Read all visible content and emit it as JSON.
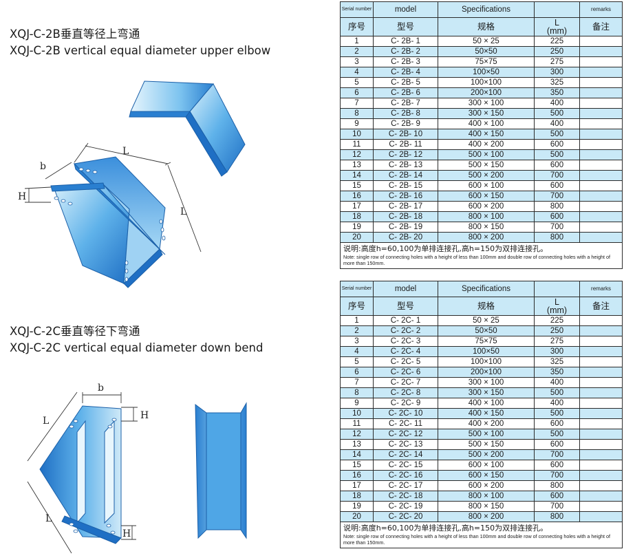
{
  "section_b": {
    "title_zh": "XQJ-C-2B垂直等径上弯通",
    "title_en": "XQJ-C-2B vertical equal diameter upper elbow"
  },
  "section_c": {
    "title_zh": "XQJ-C-2C垂直等径下弯通",
    "title_en": "XQJ-C-2C vertical equal diameter down bend"
  },
  "drawing_labels": {
    "L": "L",
    "b": "b",
    "H": "H"
  },
  "table_headers": {
    "serial_en": "Serial number",
    "model_en": "model",
    "spec_en": "Specifications",
    "remarks_en": "remarks",
    "serial_zh": "序号",
    "model_zh": "型号",
    "spec_zh": "规格",
    "l_label": "L",
    "l_unit": "(mm)",
    "remarks_zh": "备注"
  },
  "table_b": {
    "rows": [
      {
        "no": "1",
        "model": "C- 2B- 1",
        "spec": "50 × 25",
        "l": "225"
      },
      {
        "no": "2",
        "model": "C- 2B- 2",
        "spec": "50×50",
        "l": "250"
      },
      {
        "no": "3",
        "model": "C- 2B- 3",
        "spec": "75×75",
        "l": "275"
      },
      {
        "no": "4",
        "model": "C- 2B- 4",
        "spec": "100×50",
        "l": "300"
      },
      {
        "no": "5",
        "model": "C- 2B- 5",
        "spec": "100×100",
        "l": "325"
      },
      {
        "no": "6",
        "model": "C- 2B- 6",
        "spec": "200×100",
        "l": "350"
      },
      {
        "no": "7",
        "model": "C- 2B- 7",
        "spec": "300 × 100",
        "l": "400"
      },
      {
        "no": "8",
        "model": "C- 2B- 8",
        "spec": "300 × 150",
        "l": "500"
      },
      {
        "no": "9",
        "model": "C- 2B- 9",
        "spec": "400 × 100",
        "l": "400"
      },
      {
        "no": "10",
        "model": "C- 2B- 10",
        "spec": "400 × 150",
        "l": "500"
      },
      {
        "no": "11",
        "model": "C- 2B- 11",
        "spec": "400 × 200",
        "l": "600"
      },
      {
        "no": "12",
        "model": "C- 2B- 12",
        "spec": "500 × 100",
        "l": "500"
      },
      {
        "no": "13",
        "model": "C- 2B- 13",
        "spec": "500 × 150",
        "l": "600"
      },
      {
        "no": "14",
        "model": "C- 2B- 14",
        "spec": "500 × 200",
        "l": "700"
      },
      {
        "no": "15",
        "model": "C- 2B- 15",
        "spec": "600 × 100",
        "l": "600"
      },
      {
        "no": "16",
        "model": "C- 2B- 16",
        "spec": "600 × 150",
        "l": "700"
      },
      {
        "no": "17",
        "model": "C- 2B- 17",
        "spec": "600 × 200",
        "l": "800"
      },
      {
        "no": "18",
        "model": "C- 2B- 18",
        "spec": "800 × 100",
        "l": "600"
      },
      {
        "no": "19",
        "model": "C- 2B- 19",
        "spec": "800 × 150",
        "l": "700"
      },
      {
        "no": "20",
        "model": "C- 2B- 20",
        "spec": "800 × 200",
        "l": "800"
      }
    ],
    "note_zh": "说明:高度h=60,100为单排连接孔,高h=150为双排连接孔。",
    "note_en": "Note: single row of connecting holes with a height of less than 100mm and double row of connecting holes with a height of more than 150mm."
  },
  "table_c": {
    "rows": [
      {
        "no": "1",
        "model": "C- 2C- 1",
        "spec": "50 × 25",
        "l": "225"
      },
      {
        "no": "2",
        "model": "C- 2C- 2",
        "spec": "50×50",
        "l": "250"
      },
      {
        "no": "3",
        "model": "C- 2C- 3",
        "spec": "75×75",
        "l": "275"
      },
      {
        "no": "4",
        "model": "C- 2C- 4",
        "spec": "100×50",
        "l": "300"
      },
      {
        "no": "5",
        "model": "C- 2C- 5",
        "spec": "100×100",
        "l": "325"
      },
      {
        "no": "6",
        "model": "C- 2C- 6",
        "spec": "200×100",
        "l": "350"
      },
      {
        "no": "7",
        "model": "C- 2C- 7",
        "spec": "300 × 100",
        "l": "400"
      },
      {
        "no": "8",
        "model": "C- 2C- 8",
        "spec": "300 × 150",
        "l": "500"
      },
      {
        "no": "9",
        "model": "C- 2C- 9",
        "spec": "400 × 100",
        "l": "400"
      },
      {
        "no": "10",
        "model": "C- 2C- 10",
        "spec": "400 × 150",
        "l": "500"
      },
      {
        "no": "11",
        "model": "C- 2C- 11",
        "spec": "400 × 200",
        "l": "600"
      },
      {
        "no": "12",
        "model": "C- 2C- 12",
        "spec": "500 × 100",
        "l": "500"
      },
      {
        "no": "13",
        "model": "C- 2C- 13",
        "spec": "500 × 150",
        "l": "600"
      },
      {
        "no": "14",
        "model": "C- 2C- 14",
        "spec": "500 × 200",
        "l": "700"
      },
      {
        "no": "15",
        "model": "C- 2C- 15",
        "spec": "600 × 100",
        "l": "600"
      },
      {
        "no": "16",
        "model": "C- 2C- 16",
        "spec": "600 × 150",
        "l": "700"
      },
      {
        "no": "17",
        "model": "C- 2C- 17",
        "spec": "600 × 200",
        "l": "800"
      },
      {
        "no": "18",
        "model": "C- 2C- 18",
        "spec": "800 × 100",
        "l": "600"
      },
      {
        "no": "19",
        "model": "C- 2C- 19",
        "spec": "800 × 150",
        "l": "700"
      },
      {
        "no": "20",
        "model": "C- 2C- 20",
        "spec": "800 × 200",
        "l": "800"
      }
    ],
    "note_zh": "说明:高度h=60,100为单排连接孔,高h=150为双排连接孔。",
    "note_en": "Note: single row of connecting holes with a height of less than 100mm and double row of connecting holes with a height of more than 150mm."
  },
  "colors": {
    "tray_light": "#cfe9f8",
    "tray_mid": "#4fa6e6",
    "tray_dark": "#1f6fc4",
    "row_shade": "#c9e9f7"
  }
}
